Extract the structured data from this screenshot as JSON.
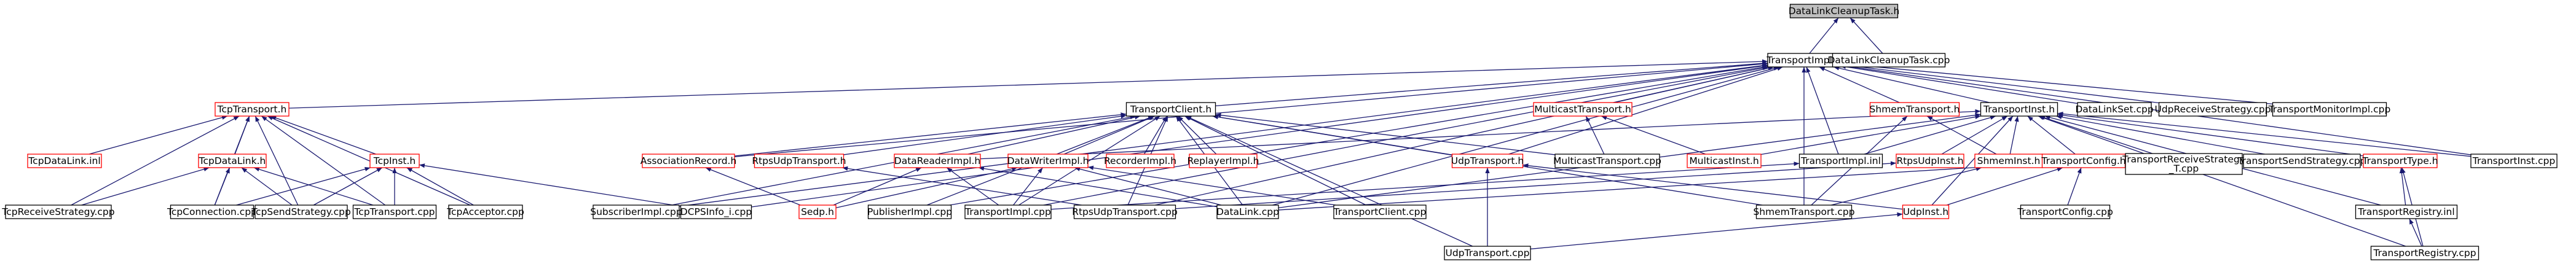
{
  "colors": {
    "edge": "#191970",
    "node_border": "#000000",
    "node_border_incomplete": "#ff0000",
    "node_fill": "#ffffff",
    "node_fill_root": "#bfbfbf",
    "text": "#000000"
  },
  "nodes": [
    {
      "id": "n0",
      "label": "DataLinkCleanupTask.h",
      "style": "root"
    },
    {
      "id": "n1",
      "label": "TransportImpl.h",
      "style": "normal"
    },
    {
      "id": "n2",
      "label": "DataLinkCleanupTask.cpp",
      "style": "normal"
    },
    {
      "id": "n3",
      "label": "TcpTransport.h",
      "style": "incomplete"
    },
    {
      "id": "n4",
      "label": "TransportClient.h",
      "style": "normal"
    },
    {
      "id": "n5",
      "label": "MulticastTransport.h",
      "style": "incomplete"
    },
    {
      "id": "n6",
      "label": "ShmemTransport.h",
      "style": "incomplete"
    },
    {
      "id": "n7",
      "label": "TransportInst.h",
      "style": "normal"
    },
    {
      "id": "n8",
      "label": "DataLinkSet.cpp",
      "style": "normal"
    },
    {
      "id": "n9",
      "label": "UdpReceiveStrategy.cpp",
      "style": "normal"
    },
    {
      "id": "n10",
      "label": "TransportMonitorImpl.cpp",
      "style": "normal"
    },
    {
      "id": "n11",
      "label": "TcpDataLink.inl",
      "style": "incomplete"
    },
    {
      "id": "n12",
      "label": "TcpDataLink.h",
      "style": "incomplete"
    },
    {
      "id": "n13",
      "label": "TcpInst.h",
      "style": "incomplete"
    },
    {
      "id": "n14",
      "label": "AssociationRecord.h",
      "style": "incomplete"
    },
    {
      "id": "n15",
      "label": "RtpsUdpTransport.h",
      "style": "incomplete"
    },
    {
      "id": "n16",
      "label": "DataReaderImpl.h",
      "style": "incomplete"
    },
    {
      "id": "n17",
      "label": "DataWriterImpl.h",
      "style": "incomplete"
    },
    {
      "id": "n18",
      "label": "RecorderImpl.h",
      "style": "incomplete"
    },
    {
      "id": "n19",
      "label": "ReplayerImpl.h",
      "style": "incomplete"
    },
    {
      "id": "n20",
      "label": "UdpTransport.h",
      "style": "incomplete"
    },
    {
      "id": "n21",
      "label": "MulticastTransport.cpp",
      "style": "normal"
    },
    {
      "id": "n22",
      "label": "MulticastInst.h",
      "style": "incomplete"
    },
    {
      "id": "n23",
      "label": "TransportImpl.inl",
      "style": "normal"
    },
    {
      "id": "n24",
      "label": "RtpsUdpInst.h",
      "style": "incomplete"
    },
    {
      "id": "n25",
      "label": "ShmemInst.h",
      "style": "incomplete"
    },
    {
      "id": "n26",
      "label": "TransportConfig.h",
      "style": "incomplete"
    },
    {
      "id": "n27",
      "label": "TransportReceiveStrategy\n_T.cpp",
      "style": "normal"
    },
    {
      "id": "n28",
      "label": "TransportSendStrategy.cpp",
      "style": "normal"
    },
    {
      "id": "n29",
      "label": "TransportType.h",
      "style": "incomplete"
    },
    {
      "id": "n30",
      "label": "TransportInst.cpp",
      "style": "normal"
    },
    {
      "id": "n31",
      "label": "TcpReceiveStrategy.cpp",
      "style": "normal"
    },
    {
      "id": "n32",
      "label": "TcpConnection.cpp",
      "style": "normal"
    },
    {
      "id": "n33",
      "label": "TcpSendStrategy.cpp",
      "style": "normal"
    },
    {
      "id": "n34",
      "label": "TcpTransport.cpp",
      "style": "normal"
    },
    {
      "id": "n35",
      "label": "TcpAcceptor.cpp",
      "style": "normal"
    },
    {
      "id": "n36",
      "label": "SubscriberImpl.cpp",
      "style": "normal"
    },
    {
      "id": "n37",
      "label": "DCPSInfo_i.cpp",
      "style": "normal"
    },
    {
      "id": "n38",
      "label": "Sedp.h",
      "style": "incomplete"
    },
    {
      "id": "n39",
      "label": "PublisherImpl.cpp",
      "style": "normal"
    },
    {
      "id": "n40",
      "label": "TransportImpl.cpp",
      "style": "normal"
    },
    {
      "id": "n41",
      "label": "RtpsUdpTransport.cpp",
      "style": "normal"
    },
    {
      "id": "n42",
      "label": "DataLink.cpp",
      "style": "normal"
    },
    {
      "id": "n43",
      "label": "TransportClient.cpp",
      "style": "normal"
    },
    {
      "id": "n44",
      "label": "ShmemTransport.cpp",
      "style": "normal"
    },
    {
      "id": "n45",
      "label": "UdpInst.h",
      "style": "incomplete"
    },
    {
      "id": "n46",
      "label": "TransportConfig.cpp",
      "style": "normal"
    },
    {
      "id": "n47",
      "label": "TransportRegistry.inl",
      "style": "normal"
    },
    {
      "id": "n48",
      "label": "UdpTransport.cpp",
      "style": "normal"
    },
    {
      "id": "n49",
      "label": "TransportRegistry.cpp",
      "style": "normal"
    }
  ],
  "edges": [
    [
      "n0",
      "n1"
    ],
    [
      "n0",
      "n2"
    ],
    [
      "n1",
      "n3"
    ],
    [
      "n1",
      "n4"
    ],
    [
      "n1",
      "n5"
    ],
    [
      "n1",
      "n6"
    ],
    [
      "n1",
      "n7"
    ],
    [
      "n1",
      "n8"
    ],
    [
      "n1",
      "n9"
    ],
    [
      "n1",
      "n10"
    ],
    [
      "n1",
      "n20"
    ],
    [
      "n1",
      "n23"
    ],
    [
      "n1",
      "n36"
    ],
    [
      "n1",
      "n37"
    ],
    [
      "n1",
      "n39"
    ],
    [
      "n1",
      "n40"
    ],
    [
      "n1",
      "n42"
    ],
    [
      "n1",
      "n41"
    ],
    [
      "n1",
      "n44"
    ],
    [
      "n1",
      "n30"
    ],
    [
      "n1",
      "n14"
    ],
    [
      "n3",
      "n11"
    ],
    [
      "n3",
      "n12"
    ],
    [
      "n3",
      "n13"
    ],
    [
      "n3",
      "n31"
    ],
    [
      "n3",
      "n32"
    ],
    [
      "n3",
      "n33"
    ],
    [
      "n3",
      "n34"
    ],
    [
      "n3",
      "n35"
    ],
    [
      "n12",
      "n31"
    ],
    [
      "n12",
      "n32"
    ],
    [
      "n12",
      "n33"
    ],
    [
      "n12",
      "n34"
    ],
    [
      "n13",
      "n32"
    ],
    [
      "n13",
      "n33"
    ],
    [
      "n13",
      "n34"
    ],
    [
      "n13",
      "n35"
    ],
    [
      "n13",
      "n37"
    ],
    [
      "n4",
      "n14"
    ],
    [
      "n4",
      "n15"
    ],
    [
      "n4",
      "n16"
    ],
    [
      "n4",
      "n17"
    ],
    [
      "n4",
      "n18"
    ],
    [
      "n4",
      "n19"
    ],
    [
      "n4",
      "n20"
    ],
    [
      "n4",
      "n21"
    ],
    [
      "n4",
      "n36"
    ],
    [
      "n4",
      "n39"
    ],
    [
      "n4",
      "n40"
    ],
    [
      "n4",
      "n41"
    ],
    [
      "n4",
      "n42"
    ],
    [
      "n4",
      "n43"
    ],
    [
      "n4",
      "n44"
    ],
    [
      "n4",
      "n48"
    ],
    [
      "n14",
      "n38"
    ],
    [
      "n15",
      "n41"
    ],
    [
      "n16",
      "n38"
    ],
    [
      "n16",
      "n40"
    ],
    [
      "n16",
      "n42"
    ],
    [
      "n17",
      "n38"
    ],
    [
      "n17",
      "n40"
    ],
    [
      "n17",
      "n42"
    ],
    [
      "n17",
      "n43"
    ],
    [
      "n20",
      "n48"
    ],
    [
      "n20",
      "n45"
    ],
    [
      "n5",
      "n21"
    ],
    [
      "n5",
      "n22"
    ],
    [
      "n6",
      "n25"
    ],
    [
      "n6",
      "n44"
    ],
    [
      "n7",
      "n22"
    ],
    [
      "n7",
      "n23"
    ],
    [
      "n7",
      "n24"
    ],
    [
      "n7",
      "n25"
    ],
    [
      "n7",
      "n26"
    ],
    [
      "n7",
      "n27"
    ],
    [
      "n7",
      "n28"
    ],
    [
      "n7",
      "n29"
    ],
    [
      "n7",
      "n30"
    ],
    [
      "n7",
      "n45"
    ],
    [
      "n7",
      "n47"
    ],
    [
      "n7",
      "n49"
    ],
    [
      "n7",
      "n42"
    ],
    [
      "n7",
      "n16"
    ],
    [
      "n23",
      "n40"
    ],
    [
      "n24",
      "n41"
    ],
    [
      "n25",
      "n44"
    ],
    [
      "n26",
      "n42"
    ],
    [
      "n26",
      "n46"
    ],
    [
      "n26",
      "n45"
    ],
    [
      "n29",
      "n47"
    ],
    [
      "n29",
      "n49"
    ],
    [
      "n47",
      "n49"
    ],
    [
      "n45",
      "n48"
    ]
  ]
}
